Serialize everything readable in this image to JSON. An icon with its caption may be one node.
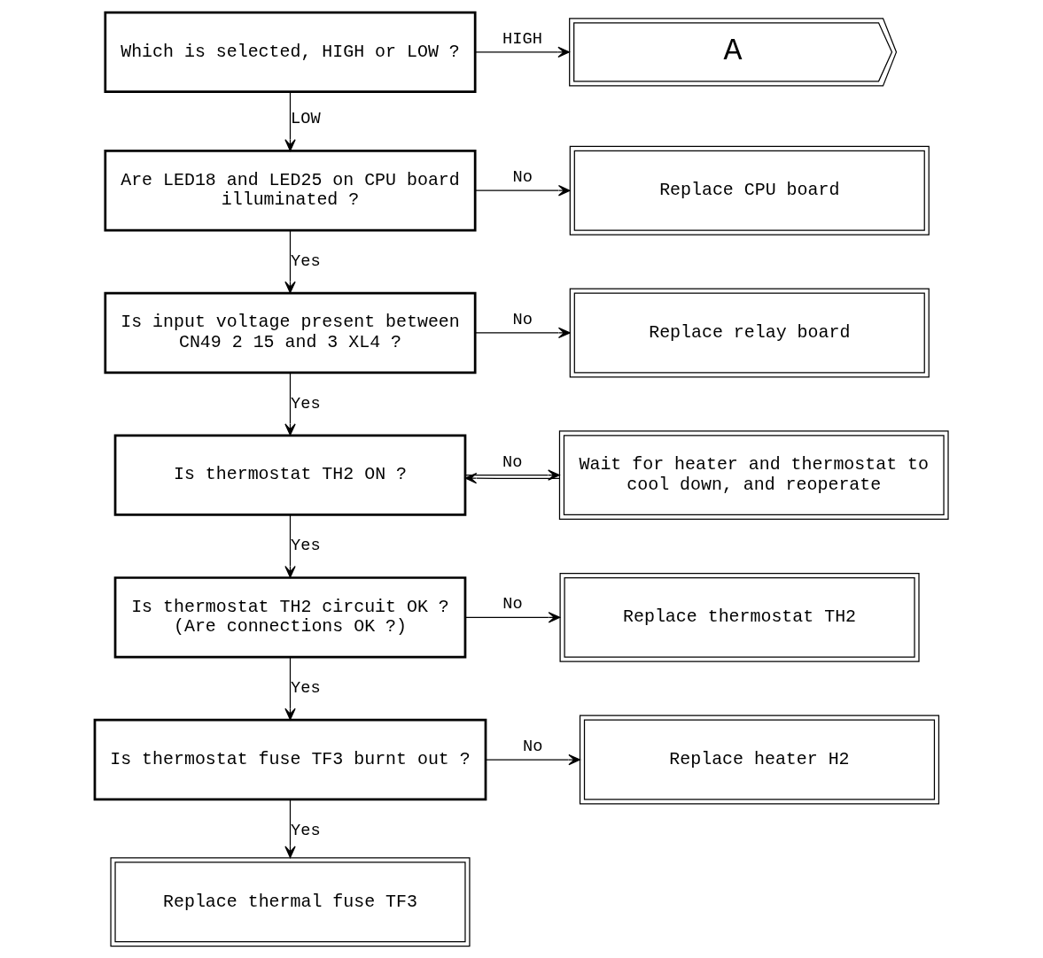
{
  "diagram": {
    "nodes": [
      {
        "text": [
          "Which is selected, HIGH or LOW ?"
        ]
      },
      {
        "text": [
          "A"
        ]
      },
      {
        "text": [
          "Are LED18 and LED25 on CPU board illuminated ?"
        ]
      },
      {
        "text": [
          "Replace CPU board"
        ]
      },
      {
        "text": [
          "Is input voltage present between CN49 2 15 and 3 XL4 ?"
        ]
      },
      {
        "text": [
          "Replace relay board"
        ]
      },
      {
        "text": [
          "Is thermostat TH2 ON ?"
        ]
      },
      {
        "text": [
          "Wait for heater and thermostat to cool down, and reoperate"
        ]
      },
      {
        "text": [
          "Is thermostat TH2 circuit OK ? (Are connections OK ?)"
        ]
      },
      {
        "text": [
          "Replace thermostat TH2"
        ]
      },
      {
        "text": [
          "Is thermostat fuse TF3 burnt out ?"
        ]
      },
      {
        "text": [
          "Replace heater H2"
        ]
      },
      {
        "text": [
          "Replace thermal fuse TF3"
        ]
      }
    ],
    "edges": [
      {
        "from": 0,
        "to": 1,
        "arrow": "to",
        "label": "HIGH"
      },
      {
        "from": 0,
        "to": 2,
        "arrow": "to",
        "label": "LOW"
      },
      {
        "from": 2,
        "to": 3,
        "arrow": "to",
        "label": "No"
      },
      {
        "from": 2,
        "to": 4,
        "arrow": "to",
        "label": "Yes"
      },
      {
        "from": 4,
        "to": 5,
        "arrow": "to",
        "label": "No"
      },
      {
        "from": 4,
        "to": 6,
        "arrow": "to",
        "label": "Yes"
      },
      {
        "from": 6,
        "to": 7,
        "arrow": "to",
        "label": "No"
      },
      {
        "from": 7,
        "to": 6,
        "arrow": "to"
      },
      {
        "from": 6,
        "to": 8,
        "arrow": "to",
        "label": "Yes"
      },
      {
        "from": 8,
        "to": 9,
        "arrow": "to",
        "label": "No"
      },
      {
        "from": 8,
        "to": 10,
        "arrow": "to",
        "label": "Yes"
      },
      {
        "from": 10,
        "to": 11,
        "arrow": "to",
        "label": "No"
      },
      {
        "from": 10,
        "to": 12,
        "arrow": "to",
        "label": "Yes"
      }
    ]
  }
}
